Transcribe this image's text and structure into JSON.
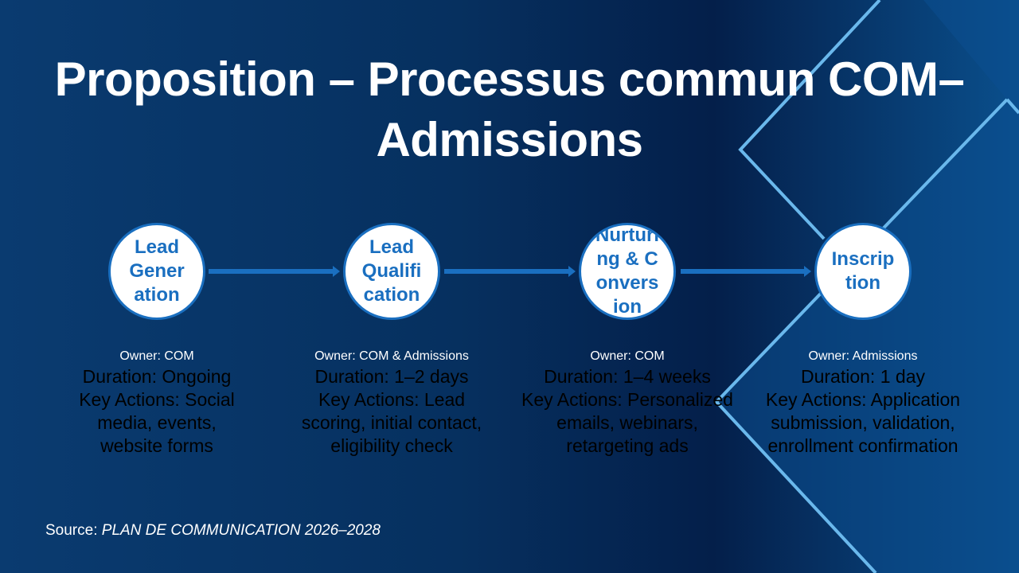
{
  "title": "Proposition – Processus commun COM– Admissions",
  "steps": [
    {
      "label": "Lead Generation",
      "owner": "Owner: COM",
      "duration": "Duration: Ongoing",
      "actions": "Key Actions: Social media, events, website forms"
    },
    {
      "label": "Lead Qualification",
      "owner": "Owner: COM & Admissions",
      "duration": "Duration: 1–2 days",
      "actions": "Key Actions: Lead scoring, initial contact, eligibility check"
    },
    {
      "label": "Nurturing & Conversion",
      "owner": "Owner: COM",
      "duration": "Duration: 1–4 weeks",
      "actions": "Key Actions: Personalized emails, webinars, retargeting ads"
    },
    {
      "label": "Inscription",
      "owner": "Owner: Admissions",
      "duration": "Duration: 1 day",
      "actions": "Key Actions: Application submission, validation, enrollment confirmation"
    }
  ],
  "source_prefix": "Source: ",
  "source_title": "PLAN DE COMMUNICATION 2026–2028",
  "colors": {
    "accent": "#1a6fc0",
    "background": "#062552"
  }
}
